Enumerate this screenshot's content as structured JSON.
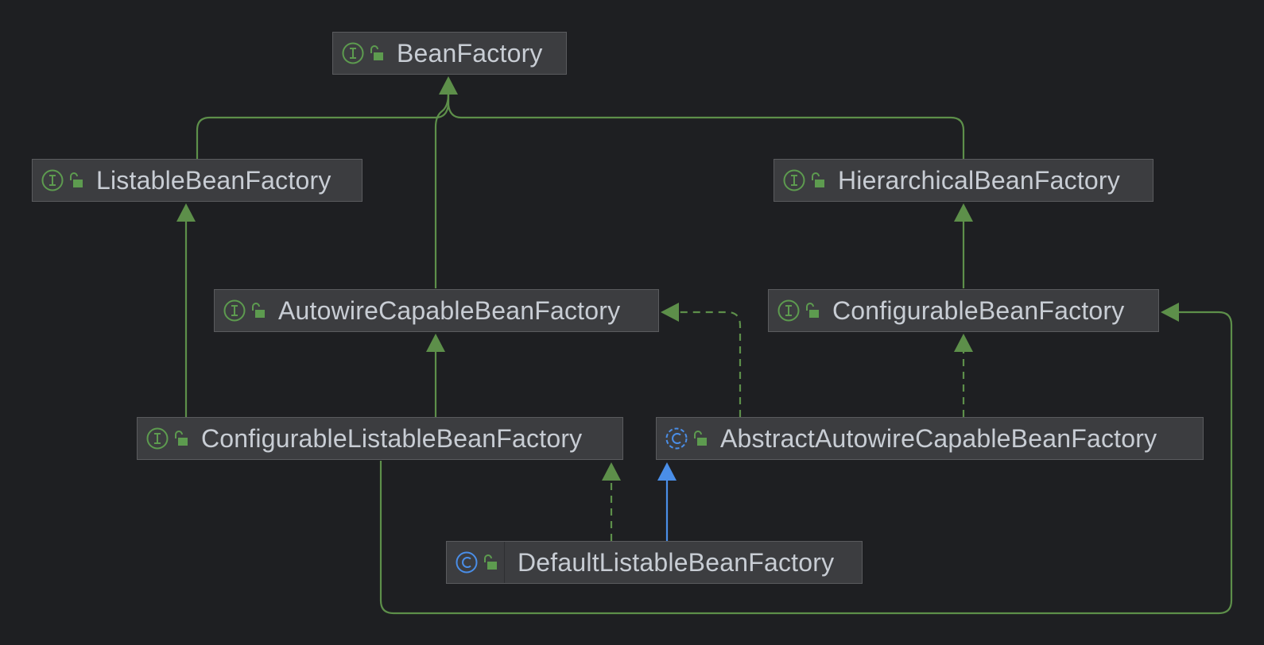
{
  "colors": {
    "background": "#1e1f22",
    "node_fill": "#3c3d40",
    "node_border": "#5a5b5e",
    "text": "#c8cdd4",
    "interface_icon": "#5d9b4f",
    "class_icon": "#4a8ee8",
    "edge_interface": "#5d8f4a",
    "edge_class": "#4a8ee8"
  },
  "nodes": {
    "bean_factory": {
      "label": "BeanFactory",
      "kind": "interface",
      "icon": "interface-icon"
    },
    "listable_bean_factory": {
      "label": "ListableBeanFactory",
      "kind": "interface",
      "icon": "interface-icon"
    },
    "hierarchical_bean_factory": {
      "label": "HierarchicalBeanFactory",
      "kind": "interface",
      "icon": "interface-icon"
    },
    "autowire_capable_bean_factory": {
      "label": "AutowireCapableBeanFactory",
      "kind": "interface",
      "icon": "interface-icon"
    },
    "configurable_bean_factory": {
      "label": "ConfigurableBeanFactory",
      "kind": "interface",
      "icon": "interface-icon"
    },
    "configurable_listable_bean_factory": {
      "label": "ConfigurableListableBeanFactory",
      "kind": "interface",
      "icon": "interface-icon"
    },
    "abstract_autowire_capable_bean_factory": {
      "label": "AbstractAutowireCapableBeanFactory",
      "kind": "abstract-class",
      "icon": "abstract-class-icon"
    },
    "default_listable_bean_factory": {
      "label": "DefaultListableBeanFactory",
      "kind": "class",
      "icon": "class-icon"
    }
  },
  "edges": [
    {
      "from": "listable_bean_factory",
      "to": "bean_factory",
      "type": "extends"
    },
    {
      "from": "autowire_capable_bean_factory",
      "to": "bean_factory",
      "type": "extends"
    },
    {
      "from": "hierarchical_bean_factory",
      "to": "bean_factory",
      "type": "extends"
    },
    {
      "from": "configurable_listable_bean_factory",
      "to": "listable_bean_factory",
      "type": "extends"
    },
    {
      "from": "configurable_listable_bean_factory",
      "to": "autowire_capable_bean_factory",
      "type": "extends"
    },
    {
      "from": "configurable_listable_bean_factory",
      "to": "configurable_bean_factory",
      "type": "extends"
    },
    {
      "from": "configurable_bean_factory",
      "to": "hierarchical_bean_factory",
      "type": "extends"
    },
    {
      "from": "abstract_autowire_capable_bean_factory",
      "to": "autowire_capable_bean_factory",
      "type": "implements"
    },
    {
      "from": "abstract_autowire_capable_bean_factory",
      "to": "configurable_bean_factory",
      "type": "implements"
    },
    {
      "from": "default_listable_bean_factory",
      "to": "configurable_listable_bean_factory",
      "type": "implements"
    },
    {
      "from": "default_listable_bean_factory",
      "to": "abstract_autowire_capable_bean_factory",
      "type": "class-extends"
    }
  ]
}
